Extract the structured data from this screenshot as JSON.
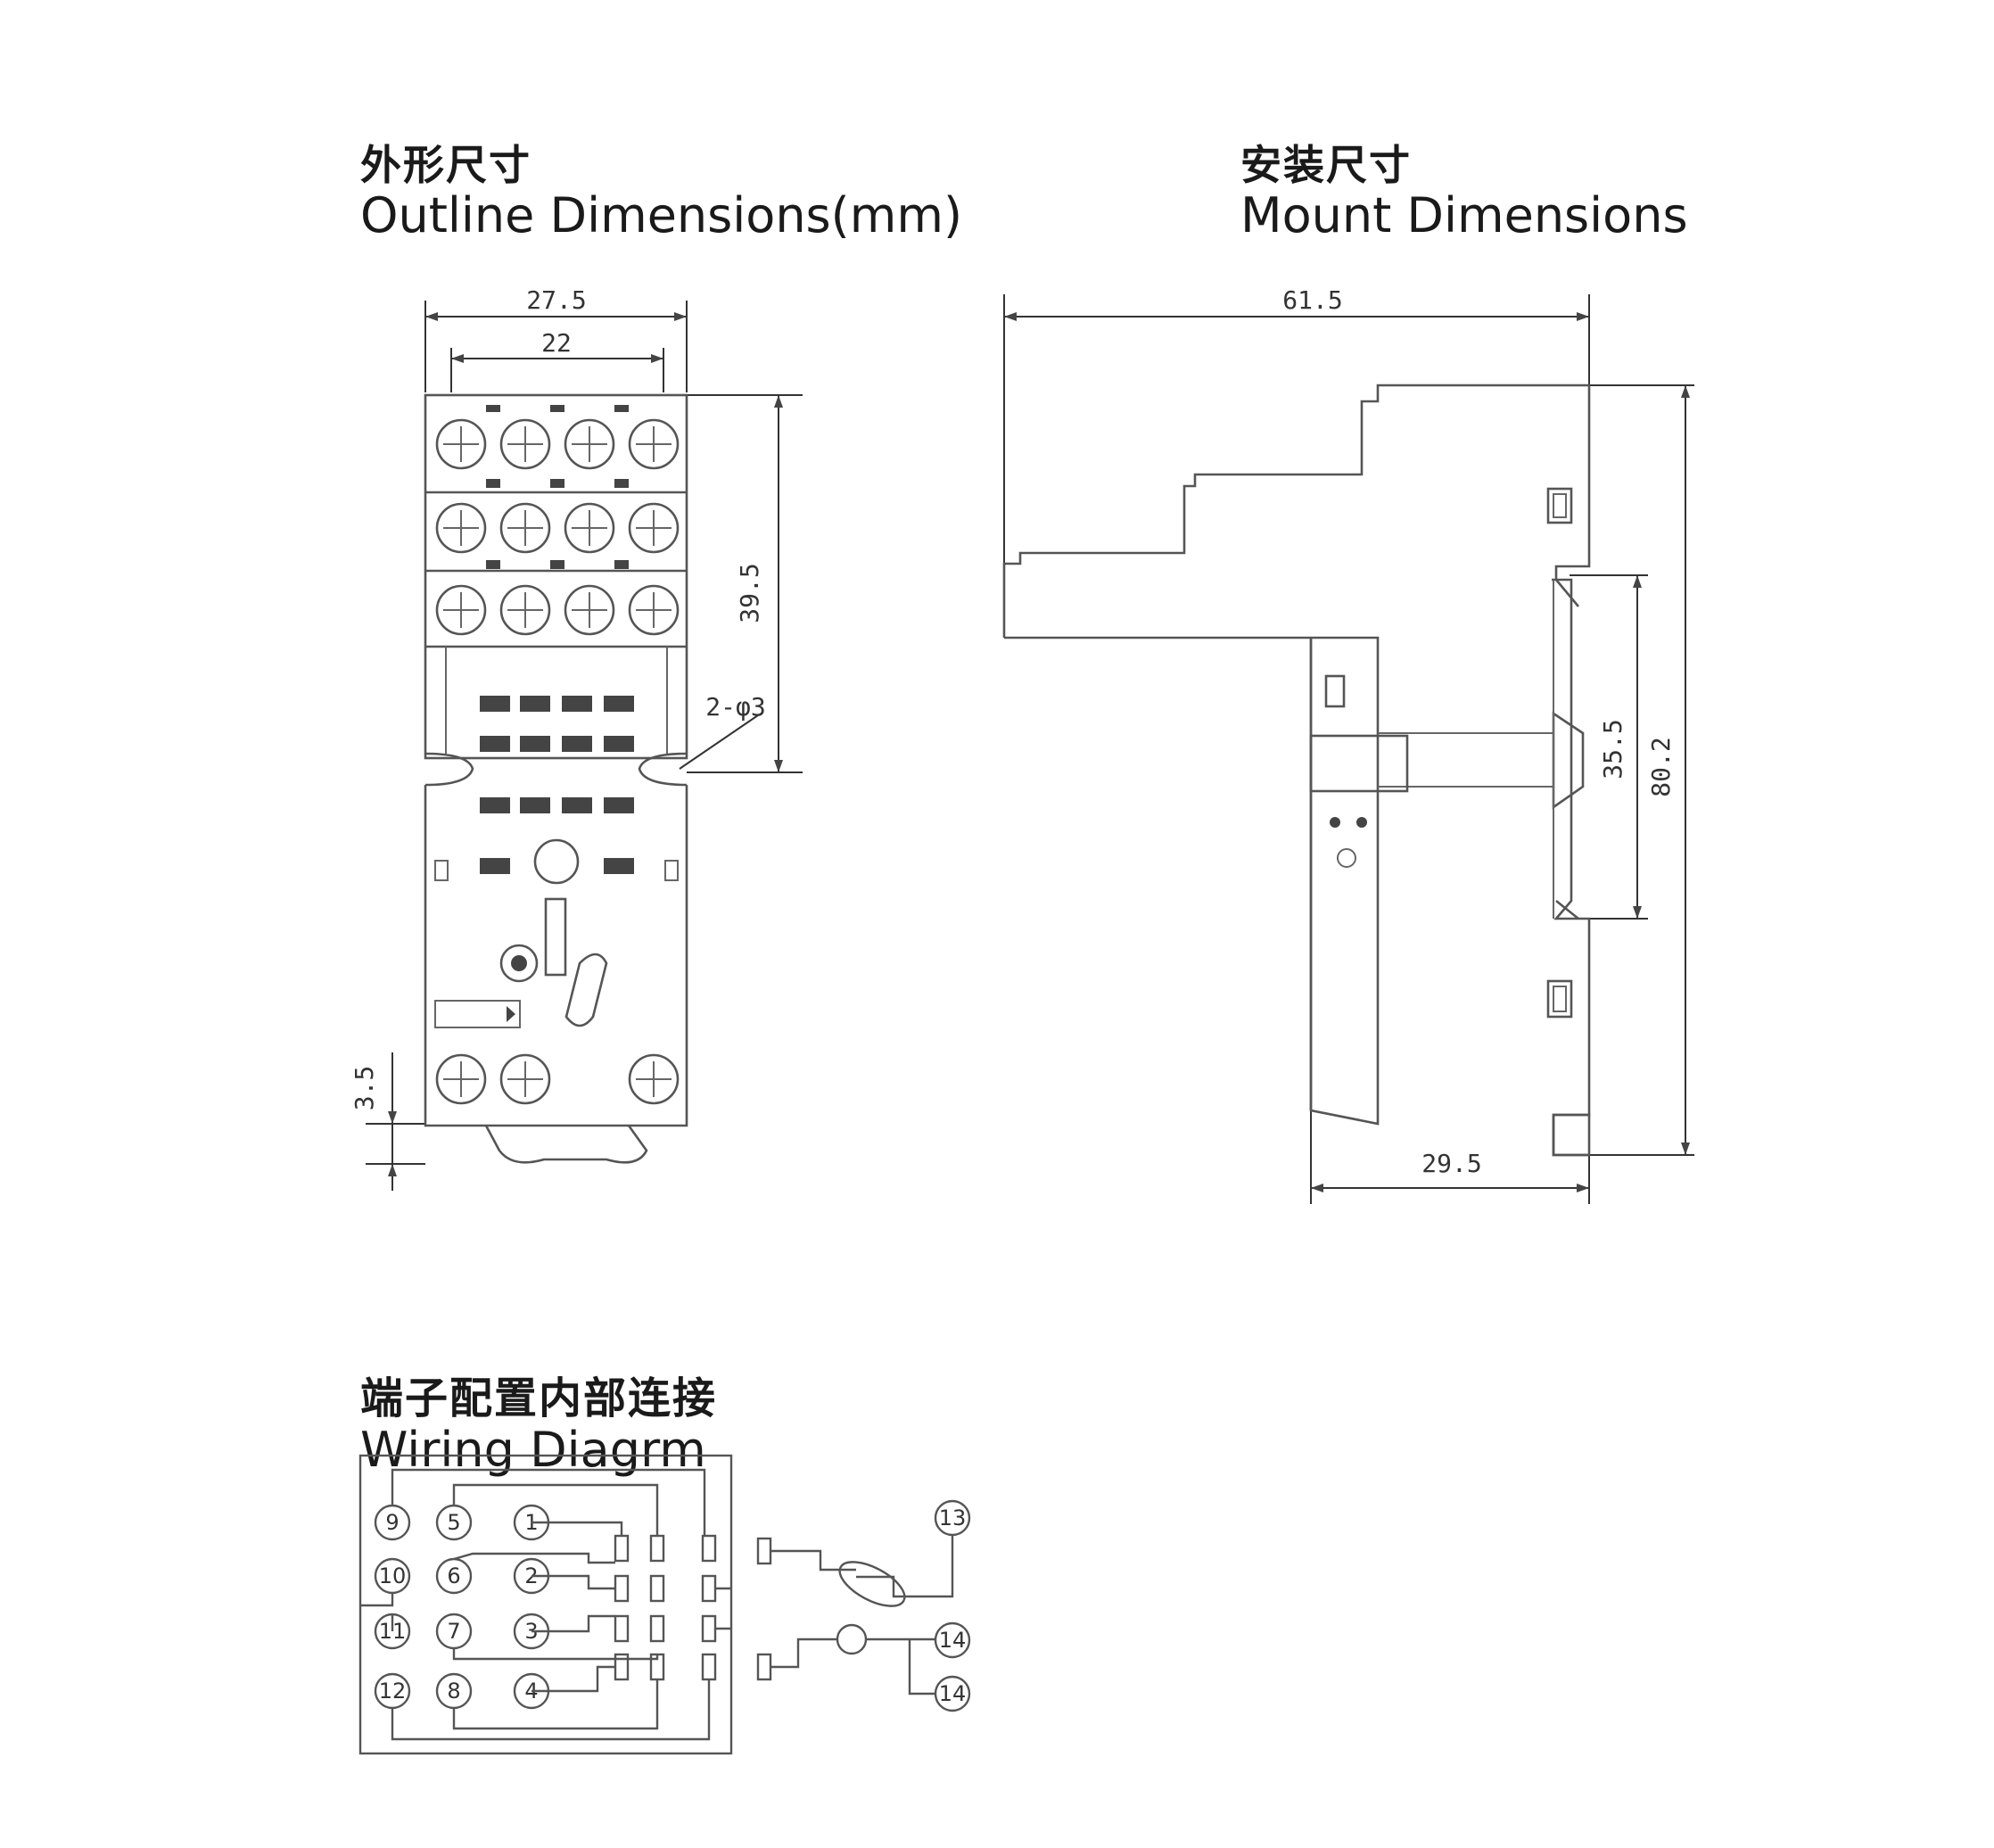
{
  "outline": {
    "title_cn": "外形尺寸",
    "title_en": "Outline Dimensions(mm)",
    "dims": {
      "total_width": "27.5",
      "inner_width": "22",
      "height": "39.5",
      "holes": "2-φ3",
      "bottom": "3.5"
    }
  },
  "mount": {
    "title_cn": "安装尺寸",
    "title_en": "Mount Dimensions",
    "dims": {
      "total_width": "61.5",
      "rail": "35.5",
      "height": "80.2",
      "depth": "29.5"
    }
  },
  "wiring": {
    "title_cn": "端子配置内部连接",
    "title_en": "Wiring Diagrm",
    "terminals": [
      "9",
      "5",
      "1",
      "10",
      "6",
      "2",
      "11",
      "7",
      "3",
      "12",
      "8",
      "4",
      "13",
      "14",
      "14"
    ]
  }
}
